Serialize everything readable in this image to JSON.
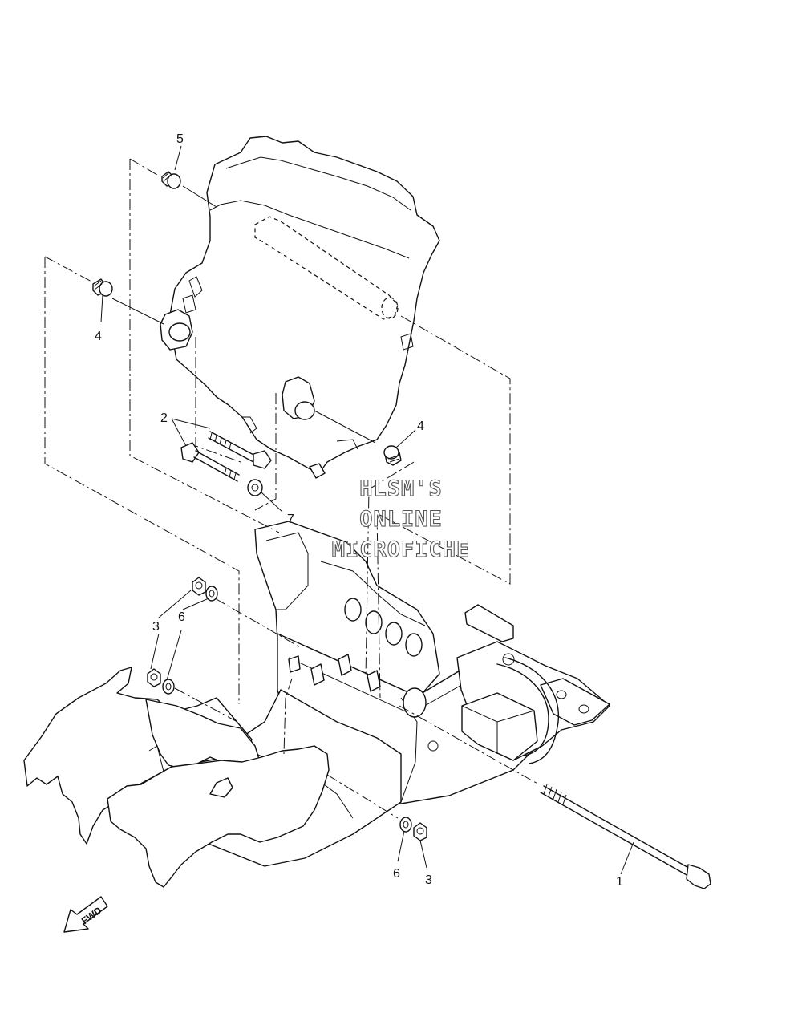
{
  "callouts": {
    "c1": "1",
    "c2": "2",
    "c3a": "3",
    "c3b": "3",
    "c4a": "4",
    "c4b": "4",
    "c5": "5",
    "c6a": "6",
    "c6b": "6",
    "c7": "7"
  },
  "watermark": {
    "line1": "HLSM'S",
    "line2": "ONLINE",
    "line3": "MICROFICHE"
  },
  "fwd_label": "FWD"
}
